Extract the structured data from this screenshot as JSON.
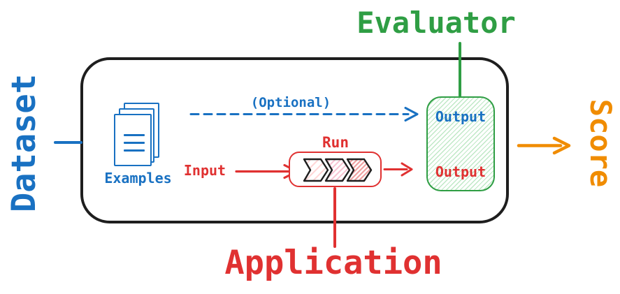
{
  "labels": {
    "dataset": "Dataset",
    "evaluator": "Evaluator",
    "score": "Score",
    "application": "Application",
    "examples": "Examples",
    "optional": "(Optional)",
    "input": "Input",
    "run": "Run",
    "output_reference": "Output",
    "output_run": "Output"
  },
  "colors": {
    "blue": "#1971c2",
    "red": "#e03131",
    "green": "#2f9e44",
    "orange": "#f08c00",
    "ink": "#1e1e1e",
    "green_box_hatch": "#bfe8c6",
    "chevron_hatch_1": "#ffd6d6",
    "chevron_hatch_2": "#f8c3d2",
    "chevron_hatch_3": "#ef9f9f"
  },
  "icons": {
    "documents": "documents-icon",
    "chevrons": "chevron-process-icon"
  }
}
